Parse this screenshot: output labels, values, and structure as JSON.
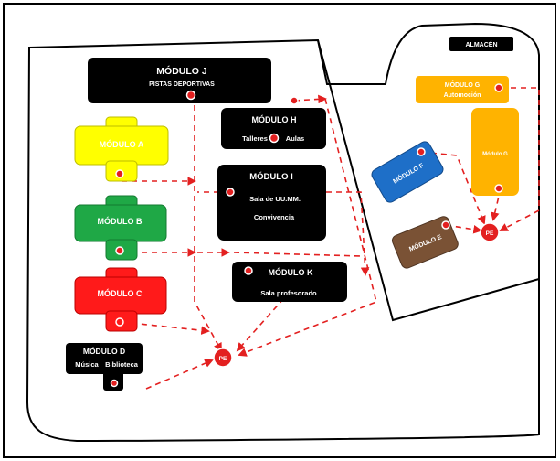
{
  "modules": {
    "j": {
      "title": "MÓDULO J",
      "subtitle": "PISTAS DEPORTIVAS"
    },
    "h": {
      "title": "MÓDULO H",
      "left": "Talleres",
      "right": "Aulas"
    },
    "a": {
      "title": "MÓDULO A"
    },
    "i": {
      "title": "MÓDULO I",
      "line1": "Sala de UU.MM.",
      "line2": "Convivencia"
    },
    "b": {
      "title": "MÓDULO B"
    },
    "k": {
      "title": "MÓDULO K",
      "subtitle": "Sala profesorado"
    },
    "c": {
      "title": "MÓDULO C"
    },
    "d": {
      "title": "MÓDULO D",
      "left": "Música",
      "right": "Biblioteca"
    },
    "almacen": {
      "title": "ALMACÉN"
    },
    "g_top": {
      "title": "MÓDULO G",
      "subtitle": "Automoción"
    },
    "g_side": {
      "title": "Módulo G"
    },
    "f": {
      "title": "MÓDULO F"
    },
    "e": {
      "title": "MÓDULO E"
    }
  },
  "meeting_points": {
    "left": "PE",
    "right": "PE"
  },
  "colors": {
    "black": "#000000",
    "yellow": "#ffff00",
    "green": "#1fa846",
    "red": "#ff1a1a",
    "orange": "#ffb300",
    "blue": "#1e6fc8",
    "brown": "#7a5235",
    "route": "#e32020"
  }
}
